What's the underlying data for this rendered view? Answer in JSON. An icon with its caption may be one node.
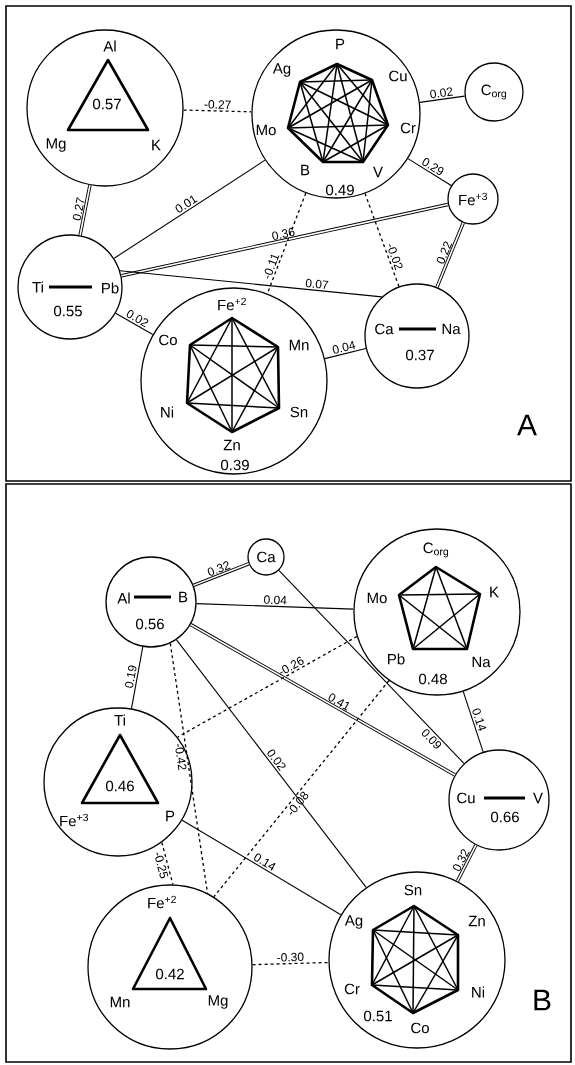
{
  "diagram": {
    "nodes": [
      {
        "text": [
          "Al",
          "Mg",
          "K",
          "0.57"
        ]
      },
      {
        "text": [
          "P",
          "Ag",
          "Cu",
          "Mo",
          "Cr",
          "B",
          "V",
          "0.49"
        ]
      },
      {
        "text": [
          "C$_{org}$"
        ]
      },
      {
        "text": [
          "Fe$^{+3}$"
        ]
      },
      {
        "text": [
          "Ti",
          "Pb",
          "0.55"
        ]
      },
      {
        "text": [
          "Fe$^{+2}$",
          "Co",
          "Mn",
          "Ni",
          "Sn",
          "Zn",
          "0.39"
        ]
      },
      {
        "text": [
          "Ca",
          "Na",
          "0.37"
        ]
      },
      {
        "text": [
          "Al",
          "B",
          "0.56"
        ]
      },
      {
        "text": [
          "Ca"
        ]
      },
      {
        "text": [
          "C$_{org}$",
          "Mo",
          "K",
          "Pb",
          "Na",
          "0.48"
        ]
      },
      {
        "text": [
          "Ti",
          "0.46",
          "Fe$^{+3}$",
          "P"
        ]
      },
      {
        "text": [
          "Cu",
          "V",
          "0.66"
        ]
      },
      {
        "text": [
          "Fe$^{+2}$",
          "0.42",
          "Mn",
          "Mg"
        ]
      },
      {
        "text": [
          "Sn",
          "Ag",
          "Zn",
          "Cr",
          "Ni",
          "0.51",
          "Co"
        ]
      }
    ],
    "edges": [
      {
        "from": 0,
        "to": 1,
        "arrow": "none",
        "label": "-0.27",
        "style": "dashed"
      },
      {
        "from": 0,
        "to": 4,
        "arrow": "none",
        "label": "0.27",
        "style": "thick"
      },
      {
        "from": 1,
        "to": 2,
        "arrow": "none",
        "label": "0.02"
      },
      {
        "from": 1,
        "to": 3,
        "arrow": "none",
        "label": "0.29"
      },
      {
        "from": 1,
        "to": 4,
        "arrow": "none",
        "label": "0.01"
      },
      {
        "from": 4,
        "to": 3,
        "arrow": "none",
        "label": "0.36",
        "style": "thick"
      },
      {
        "from": 1,
        "to": 5,
        "arrow": "none",
        "label": "-0.11",
        "style": "dashed"
      },
      {
        "from": 1,
        "to": 6,
        "arrow": "none",
        "label": "-0.02",
        "style": "dashed"
      },
      {
        "from": 3,
        "to": 6,
        "arrow": "none",
        "label": "0.22",
        "style": "thick"
      },
      {
        "from": 4,
        "to": 6,
        "arrow": "none",
        "label": "0.07"
      },
      {
        "from": 4,
        "to": 5,
        "arrow": "none",
        "label": "0.02"
      },
      {
        "from": 5,
        "to": 6,
        "arrow": "none",
        "label": "0.04"
      },
      {
        "from": 7,
        "to": 8,
        "arrow": "none",
        "label": "0.32",
        "style": "thick"
      },
      {
        "from": 7,
        "to": 9,
        "arrow": "none",
        "label": "0.04"
      },
      {
        "from": 7,
        "to": 10,
        "arrow": "none",
        "label": "0.19"
      },
      {
        "from": 7,
        "to": 11,
        "arrow": "none",
        "label": "0.41",
        "style": "thick"
      },
      {
        "from": 7,
        "to": 13,
        "arrow": "none",
        "label": "0.02"
      },
      {
        "from": 7,
        "to": 12,
        "arrow": "none",
        "label": "-0.42",
        "style": "dashed"
      },
      {
        "from": 8,
        "to": 11,
        "arrow": "none",
        "label": "0.09"
      },
      {
        "from": 9,
        "to": 10,
        "arrow": "none",
        "label": "-0.26",
        "style": "dashed"
      },
      {
        "from": 9,
        "to": 12,
        "arrow": "none",
        "label": "-0.08",
        "style": "dashed"
      },
      {
        "from": 9,
        "to": 11,
        "arrow": "none",
        "label": "0.14"
      },
      {
        "from": 10,
        "to": 12,
        "arrow": "none",
        "label": "-0.25",
        "style": "dashed"
      },
      {
        "from": 10,
        "to": 13,
        "arrow": "none",
        "label": "0.14"
      },
      {
        "from": 11,
        "to": 13,
        "arrow": "none",
        "label": "0.32",
        "style": "thick"
      },
      {
        "from": 12,
        "to": 13,
        "arrow": "none",
        "label": "-0.30",
        "style": "dashed"
      }
    ],
    "labels": [
      "A",
      "B"
    ]
  }
}
